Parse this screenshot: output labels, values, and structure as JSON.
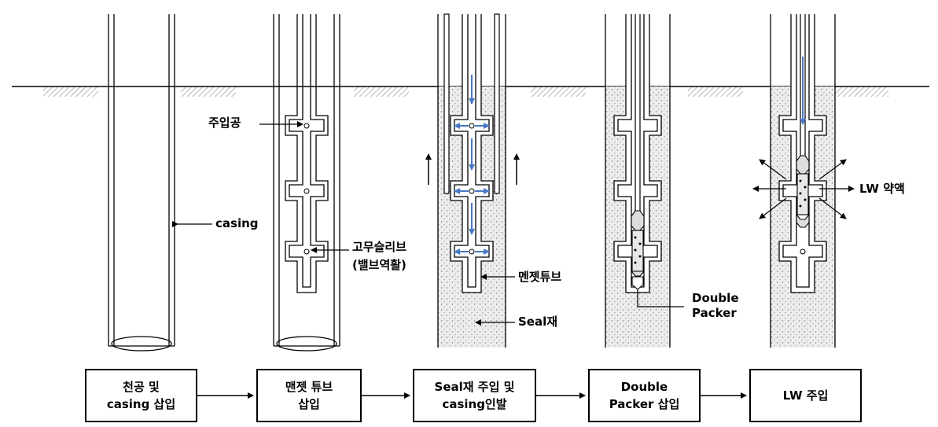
{
  "colors": {
    "line": "#000000",
    "arrow_blue": "#4a78c8",
    "seal_fill": "#e7e7e7"
  },
  "labels": {
    "injection_hole": "주입공",
    "casing": "casing",
    "rubber_sleeve_line1": "고무슬리브",
    "rubber_sleeve_line2": "(밸브역활)",
    "manchette_tube": "멘젯튜브",
    "seal": "Seal재",
    "double_packer_line1": "Double",
    "double_packer_line2": "Packer",
    "lw_solution": "LW 약액"
  },
  "steps": [
    {
      "label": "천공 및\ncasing 삽입"
    },
    {
      "label": "맨젯 튜브\n삽입"
    },
    {
      "label": "Seal재 주입 및\ncasing인발"
    },
    {
      "label": "Double\nPacker 삽입"
    },
    {
      "label": "LW 주입"
    }
  ]
}
